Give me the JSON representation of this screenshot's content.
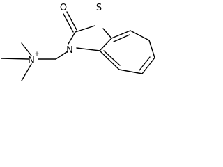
{
  "molecule": {
    "atoms": {
      "oxygen": "O",
      "sulfur": "S",
      "nitrogen": "N",
      "ammonium_nitrogen": "N",
      "ammonium_charge": "+"
    }
  },
  "colors": {
    "bond": "#000000",
    "text": "#000000",
    "background": "#ffffff"
  }
}
